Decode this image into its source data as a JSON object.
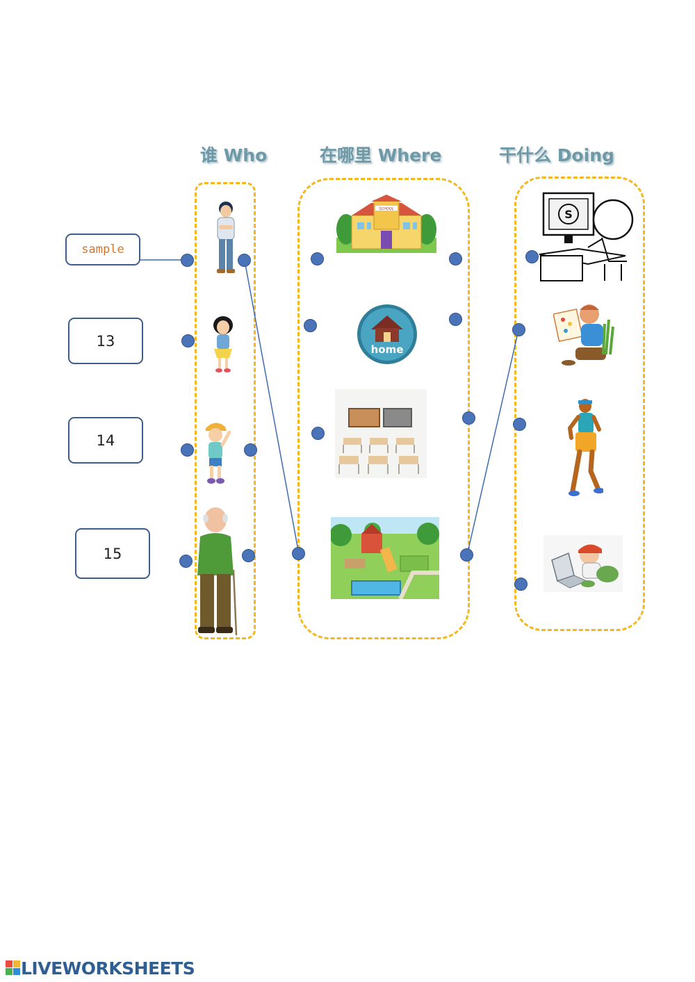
{
  "headers": {
    "who": "谁 Who",
    "where": "在哪里 Where",
    "doing": "干什么 Doing"
  },
  "answer_boxes": {
    "sample": "sample",
    "box1": "13",
    "box2": "14",
    "box3": "15"
  },
  "where_pictures": {
    "school_sign": "SCHOOL",
    "home_label": "home"
  },
  "who_pictures": [
    "young-man",
    "girl",
    "boy-waving",
    "old-man-with-cane"
  ],
  "doing_pictures": [
    "using-computer",
    "painting",
    "running",
    "laptop-kid"
  ],
  "connection_lines": [
    {
      "from": "who-man-right-dot",
      "to": "where-park-left-dot"
    },
    {
      "from": "where-park-right-dot",
      "to": "doing-painting-left-dot"
    },
    {
      "from": "sample-box",
      "to": "who-man-left-dot"
    }
  ],
  "footer": {
    "brand": "LIVEWORKSHEETS"
  },
  "colors": {
    "header_text": "#6e9aa8",
    "frame_dash": "#f5b81c",
    "dot": "#4a73b8",
    "box_border": "#3d5d8c",
    "sample_text": "#d4752b",
    "brand": "#2f5f92"
  }
}
